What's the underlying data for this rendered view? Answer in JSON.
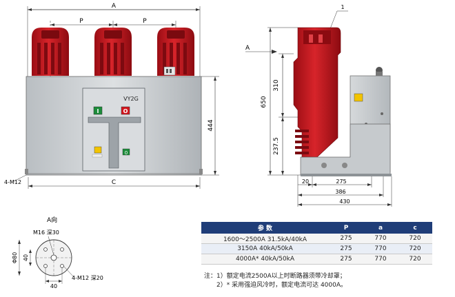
{
  "front_view": {
    "dim_A": "A",
    "dim_P1": "P",
    "dim_P2": "P",
    "dim_444": "444",
    "dim_C": "C",
    "label_m12": "4-M12",
    "model": "VY2G",
    "btn_close": "I",
    "btn_open": "O",
    "counter": "0"
  },
  "side_view": {
    "callout": "1",
    "arrow_label": "A",
    "dim_650": "650",
    "dim_310": "310",
    "dim_237": "237.5",
    "dim_20": "20",
    "dim_275": "275",
    "dim_386": "386",
    "dim_430": "430"
  },
  "view_a": {
    "title": "A向",
    "m16": "M16  深30",
    "phi80": "Φ80",
    "dim_40v": "40",
    "dim_40h": "40",
    "m12": "4-M12  深20"
  },
  "table": {
    "headers": [
      "参  数",
      "P",
      "a",
      "c"
    ],
    "rows": [
      [
        "1600～2500A  31.5kA/40kA",
        "275",
        "770",
        "720"
      ],
      [
        "3150A    40kA/50kA",
        "275",
        "770",
        "720"
      ],
      [
        "4000A*  40kA/50kA",
        "275",
        "770",
        "720"
      ]
    ]
  },
  "notes": {
    "note1": "注：1）额定电流2500A以上时断路器须带冷却罩；",
    "note2": "2）* 采用强迫风冷时，额定电流可达 4000A。"
  },
  "colors": {
    "red": "#c8141c",
    "red_dark": "#8f0c12",
    "body_grey": "#cfd3d6",
    "table_header": "#1f3d78"
  }
}
